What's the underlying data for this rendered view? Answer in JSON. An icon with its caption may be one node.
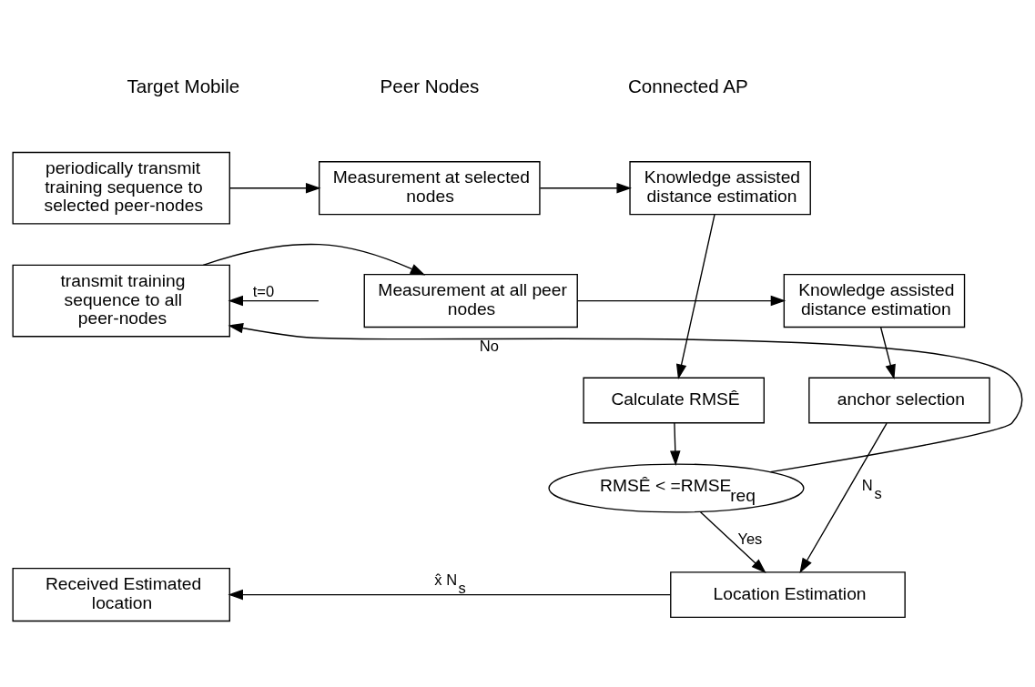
{
  "diagram": {
    "nodes": [
      {
        "text": [
          "periodically transmit training sequence to selected peer-nodes"
        ]
      },
      {
        "text": [
          "Measurement at selected nodes"
        ]
      },
      {
        "text": [
          "Knowledge assisted distance estimation"
        ]
      },
      {
        "text": [
          "transmit training sequence to all peer-nodes"
        ]
      },
      {
        "text": [
          "Measurement at all peer nodes"
        ]
      },
      {
        "text": [
          "Knowledge assisted distance estimation"
        ]
      },
      {
        "text": [
          "anchor selection"
        ]
      },
      {
        "text": [
          "Calculate RMSÊ"
        ]
      },
      {
        "text": [
          "RMSÊ < =RMSE$_{req}$"
        ]
      },
      {
        "text": [
          "Location Estimation"
        ]
      },
      {
        "text": [
          "Received Estimated location"
        ]
      }
    ],
    "edges": [
      {
        "from": null,
        "to": 3,
        "arrow": "to",
        "label": "t=0"
      },
      {
        "from": 0,
        "to": 1,
        "arrow": "to"
      },
      {
        "from": 1,
        "to": 2,
        "arrow": "to"
      },
      {
        "from": 3,
        "to": 4,
        "arrow": "to"
      },
      {
        "from": 4,
        "to": 5,
        "arrow": "to"
      },
      {
        "from": 5,
        "to": 6,
        "arrow": "to"
      },
      {
        "from": 2,
        "to": 7,
        "arrow": "to"
      },
      {
        "from": 7,
        "to": 8,
        "arrow": "to"
      },
      {
        "from": 8,
        "to": 3,
        "arrow": "to",
        "label": "No"
      },
      {
        "from": 8,
        "to": 9,
        "arrow": "to",
        "label": "Yes"
      },
      {
        "from": 6,
        "to": 9,
        "arrow": "to",
        "label": "N$_{s}$"
      },
      {
        "from": 9,
        "to": 10,
        "arrow": "to",
        "label": "x̂ N$_{s}$"
      }
    ],
    "labels": [
      "Target Mobile",
      "Peer Nodes",
      "Connected AP"
    ]
  }
}
